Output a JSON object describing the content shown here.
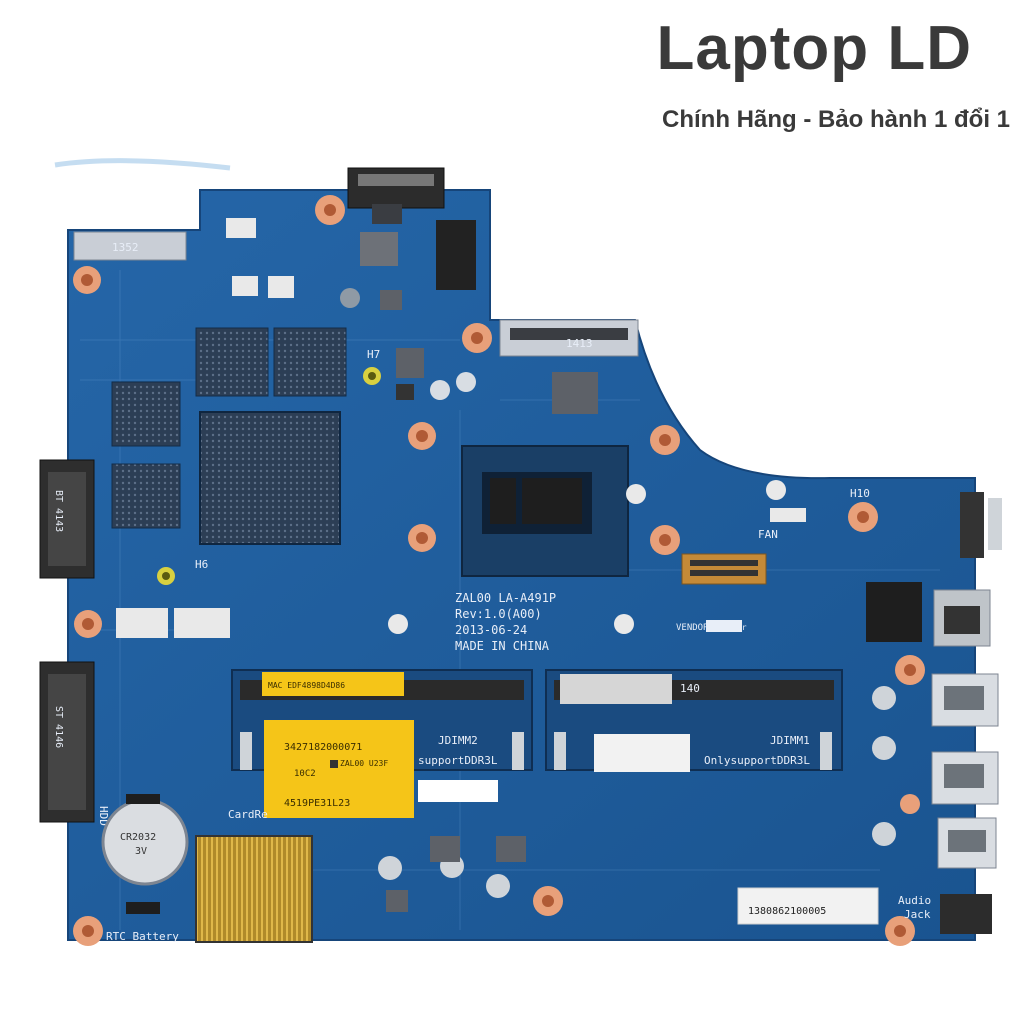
{
  "brand": {
    "title": "Laptop LD",
    "subtitle": "Chính Hãng - Bảo hành 1 đổi 1"
  },
  "board": {
    "model": "ZAL00 LA-A491P",
    "revision": "Rev:1.0(A00)",
    "date": "2013-06-24",
    "origin": "MADE IN CHINA",
    "vendor": "VENDOR:",
    "vendor_name": "HannStar",
    "labels": {
      "h7": "H7",
      "h6": "H6",
      "h10": "H10",
      "fan": "FAN",
      "jdimm2": "JDIMM2",
      "jdimm2_note": "supportDDR3L",
      "jdimm1": "JDIMM1",
      "jdimm1_note": "OnlysupportDDR3L",
      "hdd": "HDD",
      "cardreader": "CardRe",
      "rtc": "RTC Battery",
      "audio1": "Audio",
      "audio2": "Jack",
      "connector_top": "1352",
      "connector_top2": "1413",
      "sata_odd": "BT 4143",
      "sata_hdd": "ST 4146",
      "dimm_label": "140"
    },
    "stickers": {
      "mac": "MAC EDF4898D4D86",
      "s1": "3427182000071",
      "s2": "ZAL00 U23F",
      "s3": "10C2",
      "s4": "4519PE31L23",
      "barcode": "1380862100005"
    },
    "battery_text": [
      "CR2032",
      "3V"
    ]
  },
  "colors": {
    "pcb": "#1f5d9c",
    "pcb_dark": "#174a80",
    "sticker": "#f5c518",
    "brand_text": "#3a3a3a"
  }
}
